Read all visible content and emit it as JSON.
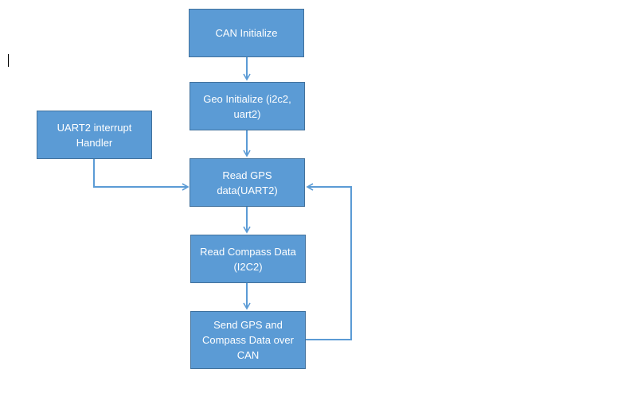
{
  "colors": {
    "box_fill": "#5b9bd5",
    "box_border": "#41719c",
    "box_text": "#ffffff",
    "connector": "#5b9bd5"
  },
  "nodes": {
    "can_init": {
      "lines": [
        "CAN Initialize"
      ]
    },
    "geo_init": {
      "lines": [
        "Geo Initialize (i2c2,",
        "uart2)"
      ]
    },
    "uart_handler": {
      "lines": [
        "UART2 interrupt",
        "Handler"
      ]
    },
    "read_gps": {
      "lines": [
        "Read GPS",
        "data(UART2)"
      ]
    },
    "read_compass": {
      "lines": [
        "Read Compass Data",
        "(I2C2)"
      ]
    },
    "send_can": {
      "lines": [
        "Send GPS and",
        "Compass Data over",
        "CAN"
      ]
    }
  }
}
